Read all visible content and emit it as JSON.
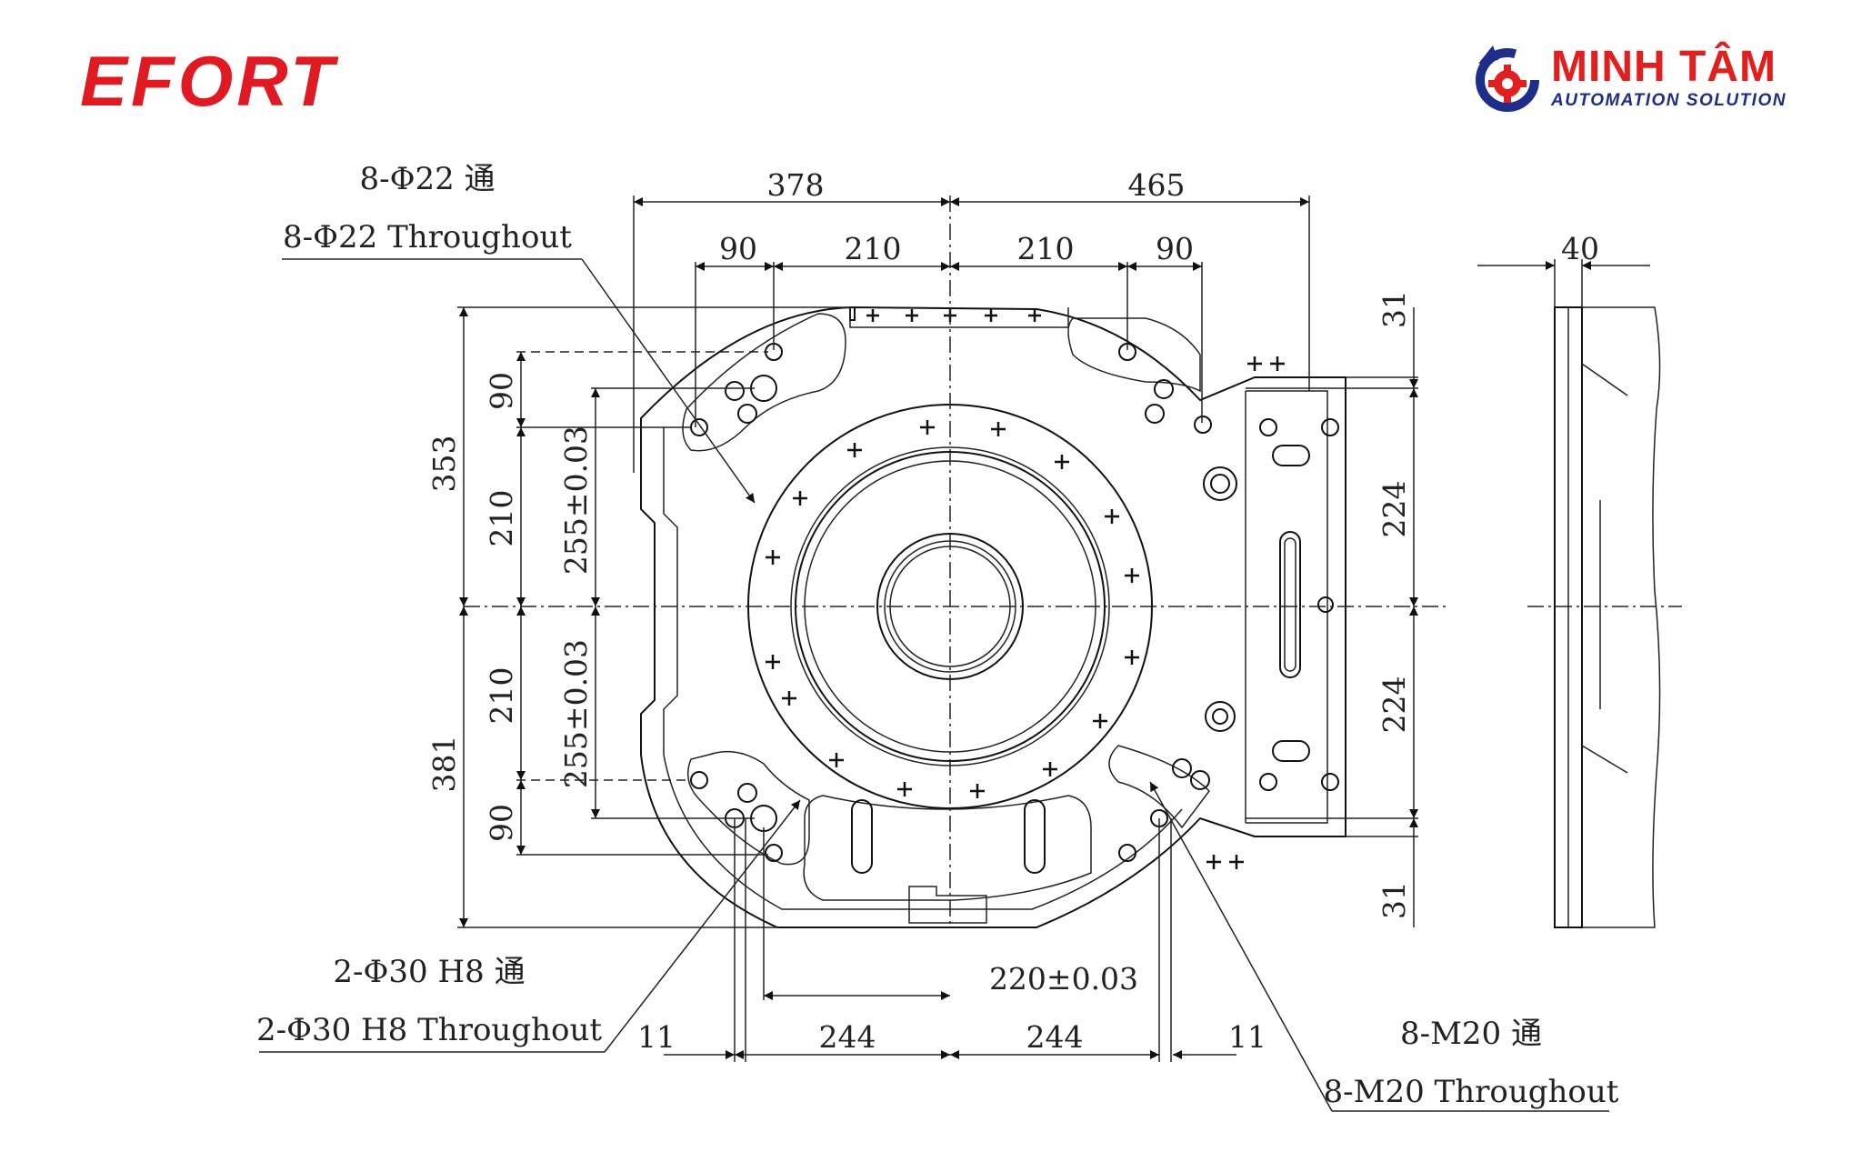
{
  "brand": {
    "left_logo": "EFORT",
    "right_logo_main": "MINH TÂM",
    "right_logo_sub": "AUTOMATION SOLUTION",
    "colors": {
      "efort_red": "#e01a22",
      "minhtam_red": "#e0201f",
      "minhtam_blue": "#1e2d8a"
    }
  },
  "notes": {
    "holes_22_cn": "8-Φ22 通",
    "holes_22_en": "8-Φ22 Throughout",
    "holes_30_cn": "2-Φ30 H8 通",
    "holes_30_en": "2-Φ30 H8 Throughout",
    "m20_cn": "8-M20 通",
    "m20_en": "8-M20 Throughout"
  },
  "dimensions": {
    "top_left": "378",
    "top_right": "465",
    "top_90_left": "90",
    "top_210_left": "210",
    "top_210_right": "210",
    "top_90_right": "90",
    "side_40": "40",
    "left_353": "353",
    "left_381": "381",
    "left_90_top": "90",
    "left_210_top": "210",
    "left_210_bottom": "210",
    "left_90_bottom": "90",
    "left_255_top": "255±0.03",
    "left_255_bottom": "255±0.03",
    "right_31_top": "31",
    "right_224_top": "224",
    "right_224_bottom": "224",
    "right_31_bottom": "31",
    "bottom_220": "220±0.03",
    "bottom_11_left": "11",
    "bottom_244_left": "244",
    "bottom_244_right": "244",
    "bottom_11_right": "11"
  },
  "icons": {
    "right_logo_icon": "gear-arrow-icon"
  }
}
